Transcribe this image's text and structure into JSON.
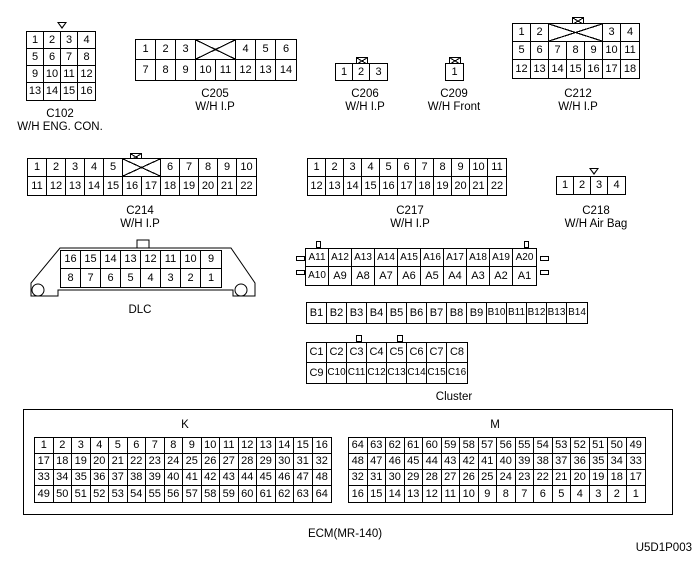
{
  "figure_code": "U5D1P003",
  "connectors": [
    {
      "id": "c102",
      "name": "C102",
      "desc": "W/H ENG. CON.",
      "rows": [
        [
          "1",
          "2",
          "3",
          "4"
        ],
        [
          "5",
          "6",
          "7",
          "8"
        ],
        [
          "9",
          "10",
          "11",
          "12"
        ],
        [
          "13",
          "14",
          "15",
          "16"
        ]
      ],
      "key": "triangle"
    },
    {
      "id": "c205",
      "name": "C205",
      "desc": "W/H I.P",
      "rows": [
        [
          "1",
          "2",
          "3",
          "X",
          "X",
          "4",
          "5",
          "6"
        ],
        [
          "7",
          "8",
          "9",
          "10",
          "11",
          "12",
          "13",
          "14"
        ]
      ]
    },
    {
      "id": "c206",
      "name": "C206",
      "desc": "W/H I.P",
      "rows": [
        [
          "1",
          "2",
          "3"
        ]
      ],
      "key": "lock"
    },
    {
      "id": "c209",
      "name": "C209",
      "desc": "W/H Front",
      "rows": [
        [
          "1"
        ]
      ],
      "key": "lock"
    },
    {
      "id": "c212",
      "name": "C212",
      "desc": "W/H I.P",
      "rows": [
        [
          "1",
          "2",
          "X",
          "X",
          "X",
          "X",
          "3",
          "4"
        ],
        [
          "5",
          "6",
          "7",
          "8",
          "9",
          "10",
          "11"
        ],
        [
          "12",
          "13",
          "14",
          "15",
          "16",
          "17",
          "18"
        ]
      ],
      "key": "lock"
    },
    {
      "id": "c214",
      "name": "C214",
      "desc": "W/H I.P",
      "rows": [
        [
          "1",
          "2",
          "3",
          "4",
          "5",
          "X",
          "6",
          "7",
          "8",
          "9",
          "10"
        ],
        [
          "11",
          "12",
          "13",
          "14",
          "15",
          "16",
          "17",
          "18",
          "19",
          "20",
          "21",
          "22"
        ]
      ],
      "key": "lock"
    },
    {
      "id": "c217",
      "name": "C217",
      "desc": "W/H I.P",
      "rows": [
        [
          "1",
          "2",
          "3",
          "4",
          "5",
          "6",
          "7",
          "8",
          "9",
          "10",
          "11"
        ],
        [
          "12",
          "13",
          "14",
          "15",
          "16",
          "17",
          "18",
          "19",
          "20",
          "21",
          "22"
        ]
      ]
    },
    {
      "id": "c218",
      "name": "C218",
      "desc": "W/H Air Bag",
      "rows": [
        [
          "1",
          "2",
          "3",
          "4"
        ]
      ],
      "key": "triangle"
    },
    {
      "id": "dlc",
      "name": "DLC",
      "rows": [
        [
          "16",
          "15",
          "14",
          "13",
          "12",
          "11",
          "10",
          "9"
        ],
        [
          "8",
          "7",
          "6",
          "5",
          "4",
          "3",
          "2",
          "1"
        ]
      ]
    },
    {
      "id": "cluster_a",
      "name": "",
      "rows": [
        [
          "A11",
          "A12",
          "A13",
          "A14",
          "A15",
          "A16",
          "A17",
          "A18",
          "A19",
          "A20"
        ],
        [
          "A10",
          "A9",
          "A8",
          "A7",
          "A6",
          "A5",
          "A4",
          "A3",
          "A2",
          "A1"
        ]
      ]
    },
    {
      "id": "cluster_b",
      "name": "",
      "rows": [
        [
          "B1",
          "B2",
          "B3",
          "B4",
          "B5",
          "B6",
          "B7",
          "B8",
          "B9",
          "B10",
          "B11",
          "B12",
          "B13",
          "B14"
        ]
      ]
    },
    {
      "id": "cluster_c",
      "name": "Cluster",
      "rows": [
        [
          "C1",
          "C2",
          "C3",
          "C4",
          "C5",
          "C6",
          "C7",
          "C8"
        ],
        [
          "C9",
          "C10",
          "C11",
          "C12",
          "C13",
          "C14",
          "C15",
          "C16"
        ]
      ]
    }
  ],
  "ecm": {
    "name": "ECM(MR-140)",
    "k": {
      "title": "K",
      "rows": [
        [
          "1",
          "2",
          "3",
          "4",
          "5",
          "6",
          "7",
          "8",
          "9",
          "10",
          "11",
          "12",
          "13",
          "14",
          "15",
          "16"
        ],
        [
          "17",
          "18",
          "19",
          "20",
          "21",
          "22",
          "23",
          "24",
          "25",
          "26",
          "27",
          "28",
          "29",
          "30",
          "31",
          "32"
        ],
        [
          "33",
          "34",
          "35",
          "36",
          "37",
          "38",
          "39",
          "40",
          "41",
          "42",
          "43",
          "44",
          "45",
          "46",
          "47",
          "48"
        ],
        [
          "49",
          "50",
          "51",
          "52",
          "53",
          "54",
          "55",
          "56",
          "57",
          "58",
          "59",
          "60",
          "61",
          "62",
          "63",
          "64"
        ]
      ]
    },
    "m": {
      "title": "M",
      "rows": [
        [
          "64",
          "63",
          "62",
          "61",
          "60",
          "59",
          "58",
          "57",
          "56",
          "55",
          "54",
          "53",
          "52",
          "51",
          "50",
          "49"
        ],
        [
          "48",
          "47",
          "46",
          "45",
          "44",
          "43",
          "42",
          "41",
          "40",
          "39",
          "38",
          "37",
          "36",
          "35",
          "34",
          "33"
        ],
        [
          "32",
          "31",
          "30",
          "29",
          "28",
          "27",
          "26",
          "25",
          "24",
          "23",
          "22",
          "21",
          "20",
          "19",
          "18",
          "17"
        ],
        [
          "16",
          "15",
          "14",
          "13",
          "12",
          "11",
          "10",
          "9",
          "8",
          "7",
          "6",
          "5",
          "4",
          "3",
          "2",
          "1"
        ]
      ]
    }
  }
}
